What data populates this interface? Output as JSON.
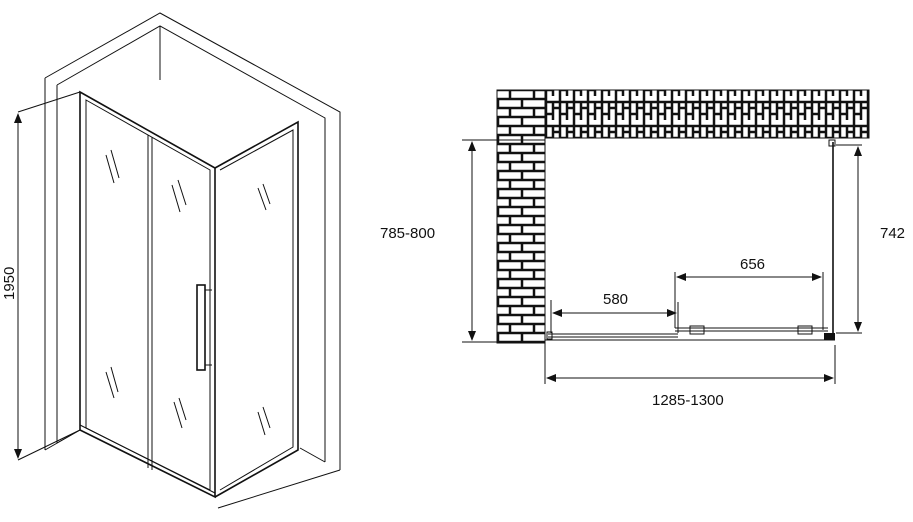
{
  "iso_view": {
    "height_label": "1950"
  },
  "plan_view": {
    "depth_label": "785-800",
    "side_panel_label": "742",
    "door_opening_label": "656",
    "fixed_panel_label": "580",
    "width_label": "1285-1300"
  },
  "colors": {
    "line": "#111111",
    "background": "#ffffff"
  }
}
